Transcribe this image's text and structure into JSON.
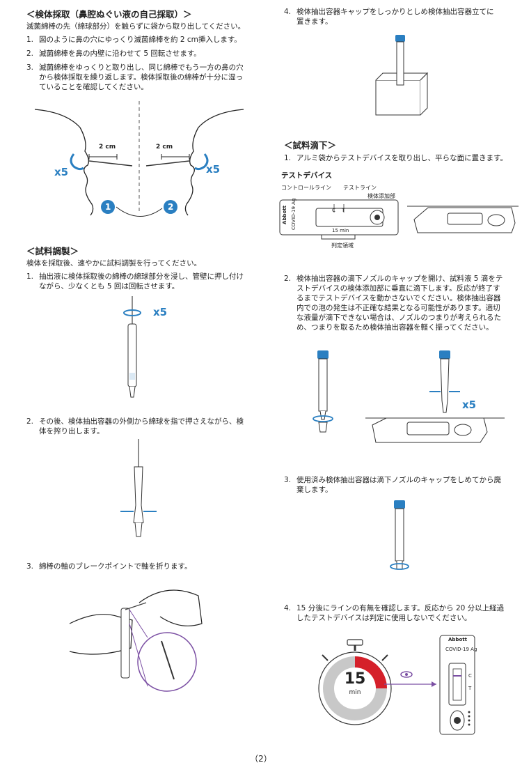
{
  "left": {
    "sampling": {
      "heading": "＜検体採取（鼻腔ぬぐい液の自己採取）＞",
      "intro": "滅菌綿棒の先（綿球部分）を触らずに袋から取り出してください。",
      "steps": [
        {
          "num": "1.",
          "lines": [
            "図のように鼻の穴にゆっくり滅菌綿棒を約 2 cm挿入します。"
          ]
        },
        {
          "num": "2.",
          "lines": [
            "滅菌綿棒を鼻の内壁に沿わせて 5 回転させます。"
          ]
        },
        {
          "num": "3.",
          "lines": [
            "滅菌綿棒をゆっくりと取り出し、同じ綿棒でもう一方の鼻の穴",
            "から検体採取を繰り返します。検体採取後の綿棒が十分に湿っ",
            "ていることを確認してください。"
          ]
        }
      ],
      "fig": {
        "dist_left": "2 cm",
        "dist_right": "2 cm",
        "rot_left": "x5",
        "rot_right": "x5",
        "badge1": "1",
        "badge2": "2"
      }
    },
    "prep": {
      "heading": "＜試料調製＞",
      "intro": "検体を採取後、速やかに試料調製を行ってください。",
      "steps": [
        {
          "num": "1.",
          "lines": [
            "抽出液に検体採取後の綿棒の綿球部分を浸し、管壁に押し付け",
            "ながら、少なくとも 5 回は回転させます。"
          ]
        },
        {
          "num": "2.",
          "lines": [
            "その後、検体抽出容器の外側から綿球を指で押さえながら、検",
            "体を搾り出します。"
          ]
        },
        {
          "num": "3.",
          "lines": [
            "綿棒の軸のブレークポイントで軸を折ります。"
          ]
        }
      ],
      "rot_label": "x5"
    }
  },
  "right": {
    "step4": {
      "num": "4.",
      "lines": [
        "検体抽出容器キャップをしっかりとしめ検体抽出容器立てに",
        "置きます。"
      ]
    },
    "drop": {
      "heading": "＜試料滴下＞",
      "step1": {
        "num": "1.",
        "lines": [
          "アルミ袋からテストデバイスを取り出し、平らな面に置きます。"
        ]
      },
      "device": {
        "title": "テストデバイス",
        "label_control": "コントロールライン",
        "label_test": "テストライン",
        "label_sample": "検体添加部",
        "label_judge": "判定領域",
        "brand": "Abbott",
        "product": "COVID-19 Ag",
        "time": "15 min",
        "mark_c": "C",
        "mark_t": "T"
      },
      "step2": {
        "num": "2.",
        "lines": [
          "検体抽出容器の滴下ノズルのキャップを開け、試料液 5 滴をテ",
          "ストデバイスの検体添加部に垂直に滴下します。反応が終了す",
          "るまでテストデバイスを動かさないでください。検体抽出容器",
          "内での泡の発生は不正確な結果となる可能性があります。適切",
          "な液量が滴下できない場合は、ノズルのつまりが考えられるた",
          "め、つまりを取るため検体抽出容器を軽く振ってください。"
        ]
      },
      "drops_label": "x5",
      "step3": {
        "num": "3.",
        "lines": [
          "使用済み検体抽出容器は滴下ノズルのキャップをしめてから廃",
          "棄します。"
        ]
      },
      "step4": {
        "num": "4.",
        "lines": [
          "15 分後にラインの有無を確認します。反応から 20 分以上経過",
          "したテストデバイスは判定に使用しないでください。"
        ]
      },
      "timer": {
        "value": "15",
        "unit": "min"
      }
    }
  },
  "page_number": "（2）",
  "colors": {
    "accent": "#2a7fc1",
    "timer_red": "#d5202a",
    "purple": "#7b4fa3",
    "line": "#222222"
  }
}
